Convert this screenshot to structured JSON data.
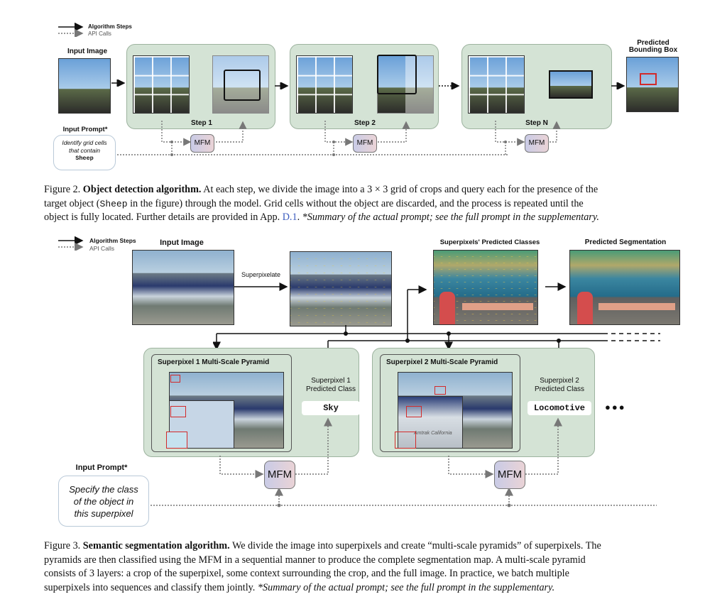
{
  "fig2": {
    "legend_steps": "Algorithm Steps",
    "legend_api": "API Calls",
    "input_image": "Input Image",
    "predicted_bbox_line1": "Predicted",
    "predicted_bbox_line2": "Bounding Box",
    "step1": "Step 1",
    "step2": "Step 2",
    "stepN": "Step N",
    "mfm": "MFM",
    "input_prompt": "Input Prompt*",
    "prompt_line1": "Identify grid cells",
    "prompt_line2": "that contain",
    "prompt_target": "Sheep",
    "caption_prefix": "Figure 2.",
    "caption_title": "Object detection algorithm.",
    "caption_text1": " At each step, we divide the image into a 3 × 3 grid of crops and query each for the presence of the",
    "caption_text2a": "target object (",
    "caption_text2_mono": "Sheep",
    "caption_text2b": " in the figure) through the model. Grid cells without the object are discarded, and the process is repeated until the",
    "caption_text3a": "object is fully located. Further details are provided in App. ",
    "caption_link": "D.1",
    "caption_text3b": ". ",
    "caption_note": "*Summary of the actual prompt; see the full prompt in the supplementary."
  },
  "fig3": {
    "legend_steps": "Algorithm Steps",
    "legend_api": "API Calls",
    "input_image": "Input Image",
    "superpixelate": "Superpixelate",
    "sp_classes": "Superpixels' Predicted Classes",
    "pred_seg": "Predicted Segmentation",
    "pyr1": "Superpixel 1 Multi-Scale Pyramid",
    "pyr2": "Superpixel 2 Multi-Scale Pyramid",
    "sp1_line1": "Superpixel 1",
    "sp1_line2": "Predicted Class",
    "sp2_line1": "Superpixel 2",
    "sp2_line2": "Predicted Class",
    "class1": "Sky",
    "class2": "Locomotive",
    "ellipsis": "●●●",
    "mfm": "MFM",
    "input_prompt": "Input Prompt*",
    "prompt_line1": "Specify the class",
    "prompt_line2": "of the object in",
    "prompt_line3": "this superpixel",
    "train_text": "Amtrak California",
    "caption_prefix": "Figure 3.",
    "caption_title": "Semantic segmentation algorithm.",
    "caption_text1": " We divide the image into superpixels and create “multi-scale pyramids” of superpixels. The",
    "caption_text2": "pyramids are then classified using the MFM in a sequential manner to produce the complete segmentation map. A multi-scale pyramid",
    "caption_text3": "consists of 3 layers: a crop of the superpixel, some context surrounding the crop, and the full image. In practice, we batch multiple",
    "caption_text4a": "superpixels into sequences and classify them jointly. ",
    "caption_note": "*Summary of the actual prompt; see the full prompt in the supplementary."
  },
  "colors": {
    "panel_green": "#d4e3d5",
    "link_blue": "#3a5bbf",
    "bbox_red": "#d22a2a"
  }
}
